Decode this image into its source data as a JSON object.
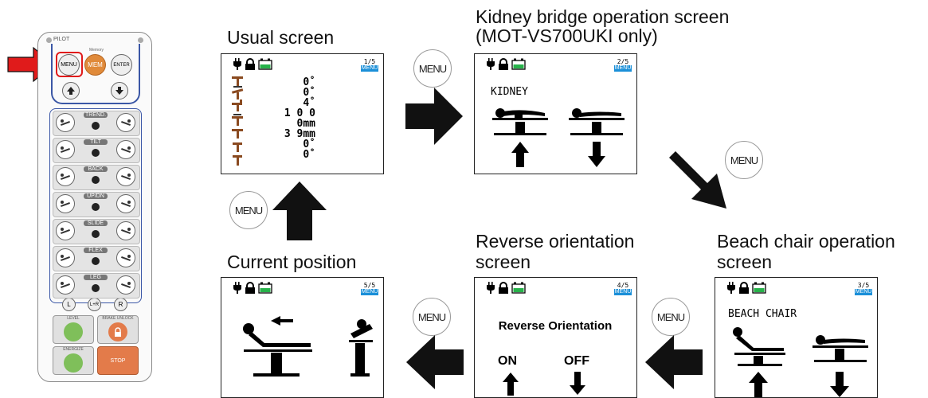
{
  "remote": {
    "pilot_label": "PILOT",
    "menu_label": "MENU",
    "memory_small_label": "Memory",
    "mem_label": "MEM",
    "enter_label": "ENTER",
    "rows": [
      {
        "label": "TREND."
      },
      {
        "label": "TILT"
      },
      {
        "label": "BACK"
      },
      {
        "label": "UP/DN"
      },
      {
        "label": "SLIDE"
      },
      {
        "label": "FLEX"
      },
      {
        "label": "LEG"
      }
    ],
    "lr_buttons": [
      "L",
      "L+R",
      "R"
    ],
    "level_label": "LEVEL",
    "brake_unlock_label": "BRAKE UNLOCK",
    "energize_label": "ENERGIZE",
    "stop_label": "STOP",
    "colors": {
      "highlight": "#e01b1b",
      "mem_button": "#e08a3a",
      "level_green": "#7fbf5a",
      "stop_orange": "#e37b4a",
      "nav_border": "#3b57a6"
    }
  },
  "titles": {
    "usual": "Usual screen",
    "kidney_line1": "Kidney bridge operation screen",
    "kidney_line2": "(MOT-VS700UKI only)",
    "reverse_line1": "Reverse orientation",
    "reverse_line2": "screen",
    "beach_line1": "Beach chair operation",
    "beach_line2": "screen",
    "current": "Current position"
  },
  "menu_button_label": "MENU",
  "screens": {
    "usual": {
      "page": "1/5",
      "menu_tag": "MENU",
      "values": [
        "0˚",
        "0˚",
        "4˚",
        "1 0 0 0mm",
        "3 9mm",
        "0˚",
        "0˚"
      ]
    },
    "kidney": {
      "page": "2/5",
      "menu_tag": "MENU",
      "label": "KIDNEY"
    },
    "reverse": {
      "page": "4/5",
      "menu_tag": "MENU",
      "label": "Reverse Orientation",
      "on": "ON",
      "off": "OFF"
    },
    "beach": {
      "page": "3/5",
      "menu_tag": "MENU",
      "label": "BEACH CHAIR"
    },
    "current": {
      "page": "5/5",
      "menu_tag": "MENU"
    }
  },
  "icons": [
    "power-plug-icon",
    "lock-icon",
    "battery-icon",
    "arrow-up-icon",
    "arrow-down-icon",
    "pointer-arrow-icon"
  ]
}
